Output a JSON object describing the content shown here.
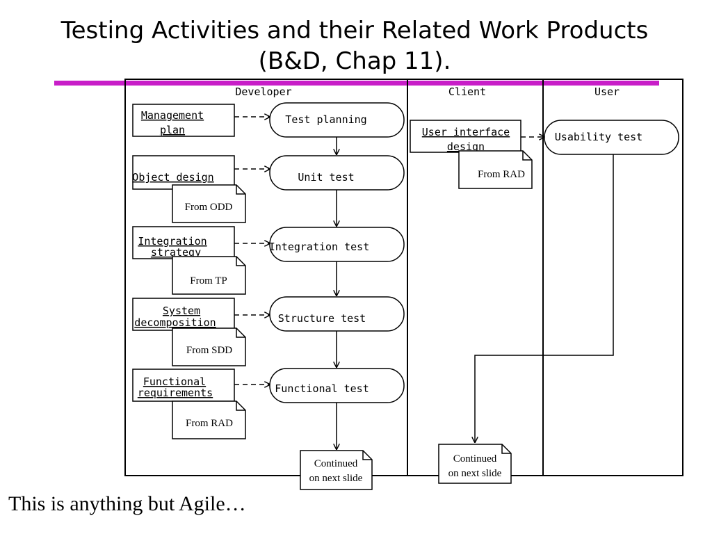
{
  "slide": {
    "title": "Testing Activities and their Related Work Products (B&D, Chap 11).",
    "footnote": "This is anything but Agile…"
  },
  "lanes": {
    "developer": "Developer",
    "client": "Client",
    "user": "User"
  },
  "products": {
    "management_plan": [
      "Management",
      "plan"
    ],
    "object_design": [
      "Object design"
    ],
    "integration_strategy": [
      "Integration",
      "strategy"
    ],
    "system_decomposition": [
      "System",
      "decomposition"
    ],
    "functional_requirements": [
      "Functional",
      "requirements"
    ],
    "user_interface_design": [
      "User interface",
      "design"
    ]
  },
  "activities": {
    "test_planning": "Test planning",
    "unit_test": "Unit test",
    "integration_test": "Integration test",
    "structure_test": "Structure test",
    "functional_test": "Functional test",
    "usability_test": "Usability test"
  },
  "notes": {
    "from_odd": "From ODD",
    "from_tp": "From TP",
    "from_sdd": "From SDD",
    "from_rad_dev": "From RAD",
    "from_rad_client": "From RAD",
    "continued": [
      "Continued",
      "on next slide"
    ]
  }
}
